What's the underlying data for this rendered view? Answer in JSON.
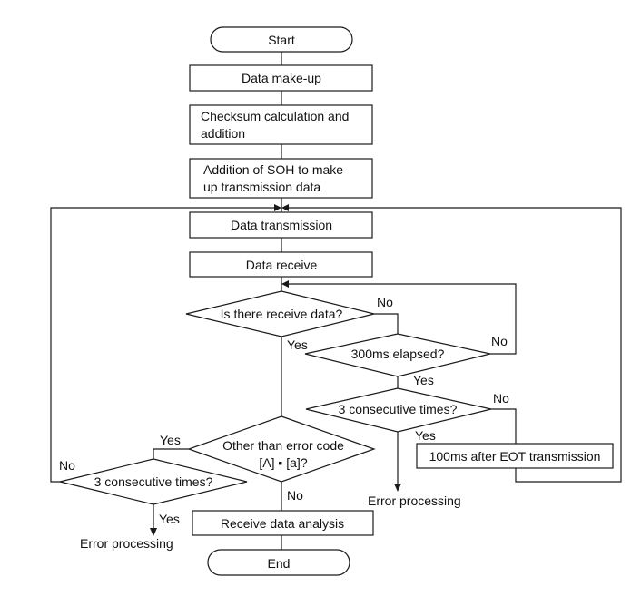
{
  "diagram": {
    "type": "flowchart",
    "terminals": {
      "start": "Start",
      "end": "End"
    },
    "processes": {
      "data_makeup": [
        "Data make-up"
      ],
      "checksum": [
        "Checksum calculation and",
        "addition"
      ],
      "add_soh": [
        "Addition of SOH to make",
        "up transmission data"
      ],
      "data_transmission": [
        "Data transmission"
      ],
      "data_receive": [
        "Data receive"
      ],
      "wait_eot": [
        "100ms after EOT transmission"
      ],
      "receive_analysis": [
        "Receive data analysis"
      ]
    },
    "decisions": {
      "receive_data": [
        "Is there receive data?"
      ],
      "elapsed_300ms": [
        "300ms elapsed?"
      ],
      "consecutive_right": [
        "3 consecutive times?"
      ],
      "error_code": [
        "Other than error code",
        "[A] ▪ [a]?"
      ],
      "consecutive_left": [
        "3 consecutive times?"
      ]
    },
    "branch_labels": {
      "receive_no": "No",
      "receive_yes": "Yes",
      "elapsed_no": "No",
      "elapsed_yes": "Yes",
      "consec_right_no": "No",
      "consec_right_yes": "Yes",
      "error_code_yes": "Yes",
      "error_code_no": "No",
      "consec_left_no": "No",
      "consec_left_yes": "Yes"
    },
    "outcomes": {
      "error_right": "Error processing",
      "error_left": "Error processing"
    }
  }
}
